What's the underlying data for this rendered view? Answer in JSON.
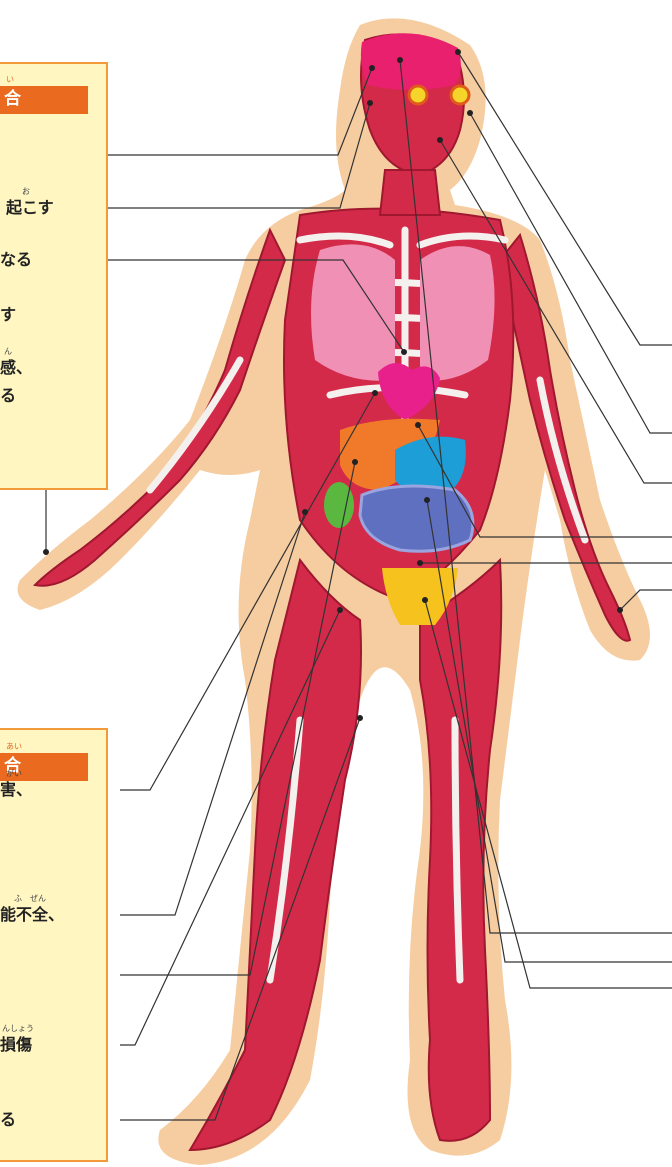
{
  "panel_top": {
    "header": "合",
    "header_ruby": "い",
    "lines": [
      {
        "text": "起こす",
        "ruby": "お"
      },
      {
        "text": "なる",
        "ruby": ""
      },
      {
        "text": "す",
        "ruby": ""
      },
      {
        "text": "感、",
        "ruby": "ん"
      },
      {
        "text": "る",
        "ruby": ""
      }
    ]
  },
  "panel_bottom": {
    "header": "合",
    "header_ruby": "あい",
    "lines": [
      {
        "text": "害、",
        "ruby": "がい"
      },
      {
        "text": "能不全、",
        "ruby": "ふ　ぜん"
      },
      {
        "text": "損傷",
        "ruby": "んしょう"
      },
      {
        "text": "る",
        "ruby": ""
      }
    ]
  },
  "colors": {
    "panel_fill": "#fff6c2",
    "panel_border": "#f29a3a",
    "header_fill": "#ea6a1f",
    "body_silhouette": "#f6cda0",
    "muscle_red": "#d42a4a",
    "bone_white": "#f4f0ee",
    "brain": "#e8206e",
    "eyes": "#f5d52a",
    "heart": "#e8208c",
    "lungs": "#f090b4",
    "liver": "#f07a2a",
    "stomach": "#1e9ed6",
    "spleen": "#5ab840",
    "intestines": "#6070c0",
    "bladder": "#f5c21e",
    "leader_line": "#333333"
  }
}
